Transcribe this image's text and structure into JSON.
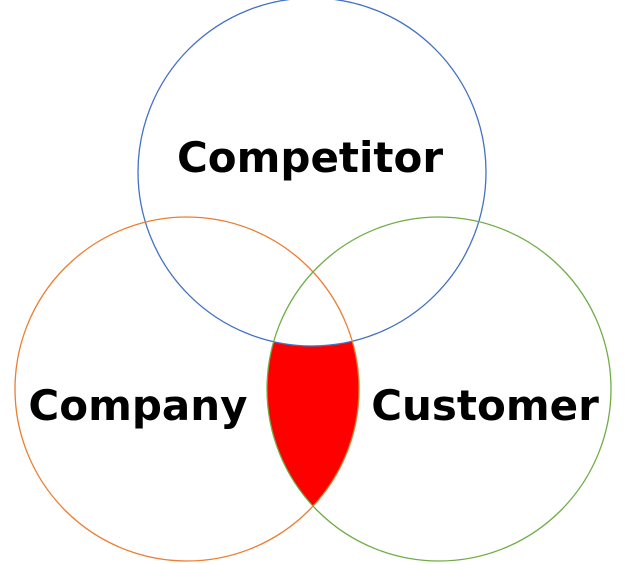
{
  "diagram": {
    "sets": [
      {
        "key": "competitor",
        "label": "Competitor",
        "stroke": "#4472C4"
      },
      {
        "key": "company",
        "label": "Company",
        "stroke": "#ED7D31"
      },
      {
        "key": "customer",
        "label": "Customer",
        "stroke": "#70AD47"
      }
    ],
    "highlight": {
      "region": "company-customer-only",
      "fill": "#FF0000"
    }
  }
}
